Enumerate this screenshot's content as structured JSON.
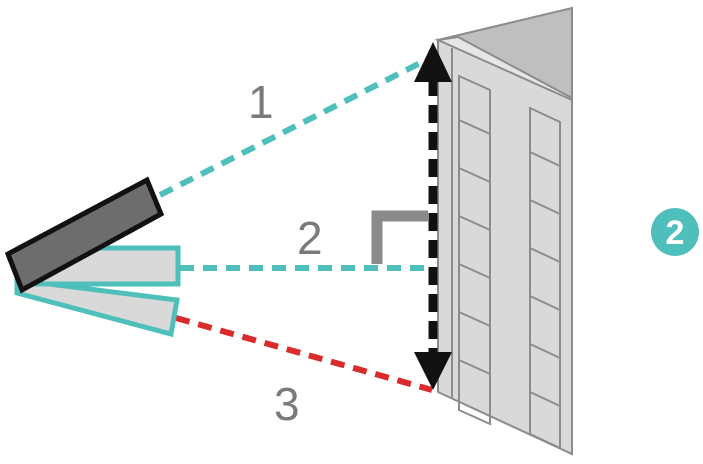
{
  "diagram": {
    "step_badge": "2",
    "lines": [
      {
        "label": "1",
        "color": "#4fbfbc"
      },
      {
        "label": "2",
        "color": "#4fbfbc"
      },
      {
        "label": "3",
        "color": "#d92b2b"
      }
    ]
  },
  "colors": {
    "teal": "#4fbfbc",
    "red": "#d92b2b",
    "building_face": "#d9d9d9",
    "building_side": "#cfcfcf",
    "building_roof": "#bfbfbf",
    "building_outline": "#8c8c8c",
    "camera_dark": "#6d6d6d",
    "right_angle_marker": "#8a8a8a",
    "badge": "#4fbfbc"
  },
  "icons": {
    "camera_tilted": "camera-tilted-up-icon",
    "camera_level": "camera-level-icon",
    "camera_tilted_down": "camera-tilted-down-icon",
    "building": "building-icon",
    "height_arrow": "double-arrow-vertical-icon",
    "right_angle": "right-angle-marker-icon"
  }
}
